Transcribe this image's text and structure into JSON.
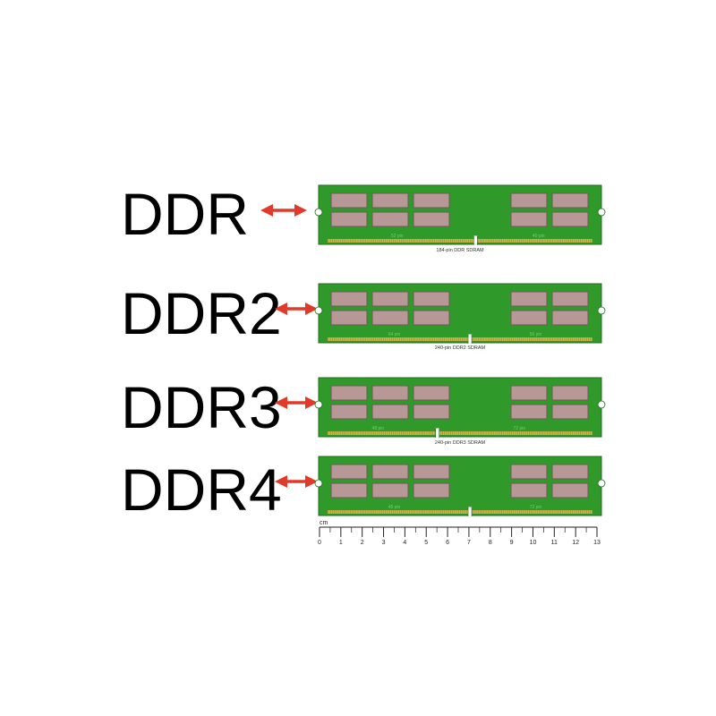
{
  "colors": {
    "board": "#2f9a2a",
    "board_edge": "#1f6e1c",
    "chip": "#b89797",
    "chip_edge": "#6f5a5a",
    "contacts": "#c9b84a",
    "arrow": "#e03a2a",
    "pin_text": "#6fd06a"
  },
  "modules": [
    {
      "label": "DDR",
      "pins_left": "52 pin",
      "pins_right": "40 pin",
      "caption": "184-pin DDR SDRAM",
      "notch_fraction": 0.555,
      "arrow_icon": "double-arrow-icon"
    },
    {
      "label": "DDR2",
      "pins_left": "64 pin",
      "pins_right": "56 pin",
      "caption": "240-pin DDR2 SDRAM",
      "notch_fraction": 0.535,
      "arrow_icon": "double-arrow-icon"
    },
    {
      "label": "DDR3",
      "pins_left": "48 pin",
      "pins_right": "72 pin",
      "caption": "240-pin DDR3 SDRAM",
      "notch_fraction": 0.42,
      "arrow_icon": "double-arrow-icon"
    },
    {
      "label": "DDR4",
      "pins_left": "48 pin",
      "pins_right": "72 pin",
      "caption": "",
      "notch_fraction": 0.535,
      "arrow_icon": "double-arrow-icon"
    }
  ],
  "ruler": {
    "unit": "cm",
    "ticks": [
      "0",
      "1",
      "2",
      "3",
      "4",
      "5",
      "6",
      "7",
      "8",
      "9",
      "10",
      "11",
      "12",
      "13"
    ]
  }
}
